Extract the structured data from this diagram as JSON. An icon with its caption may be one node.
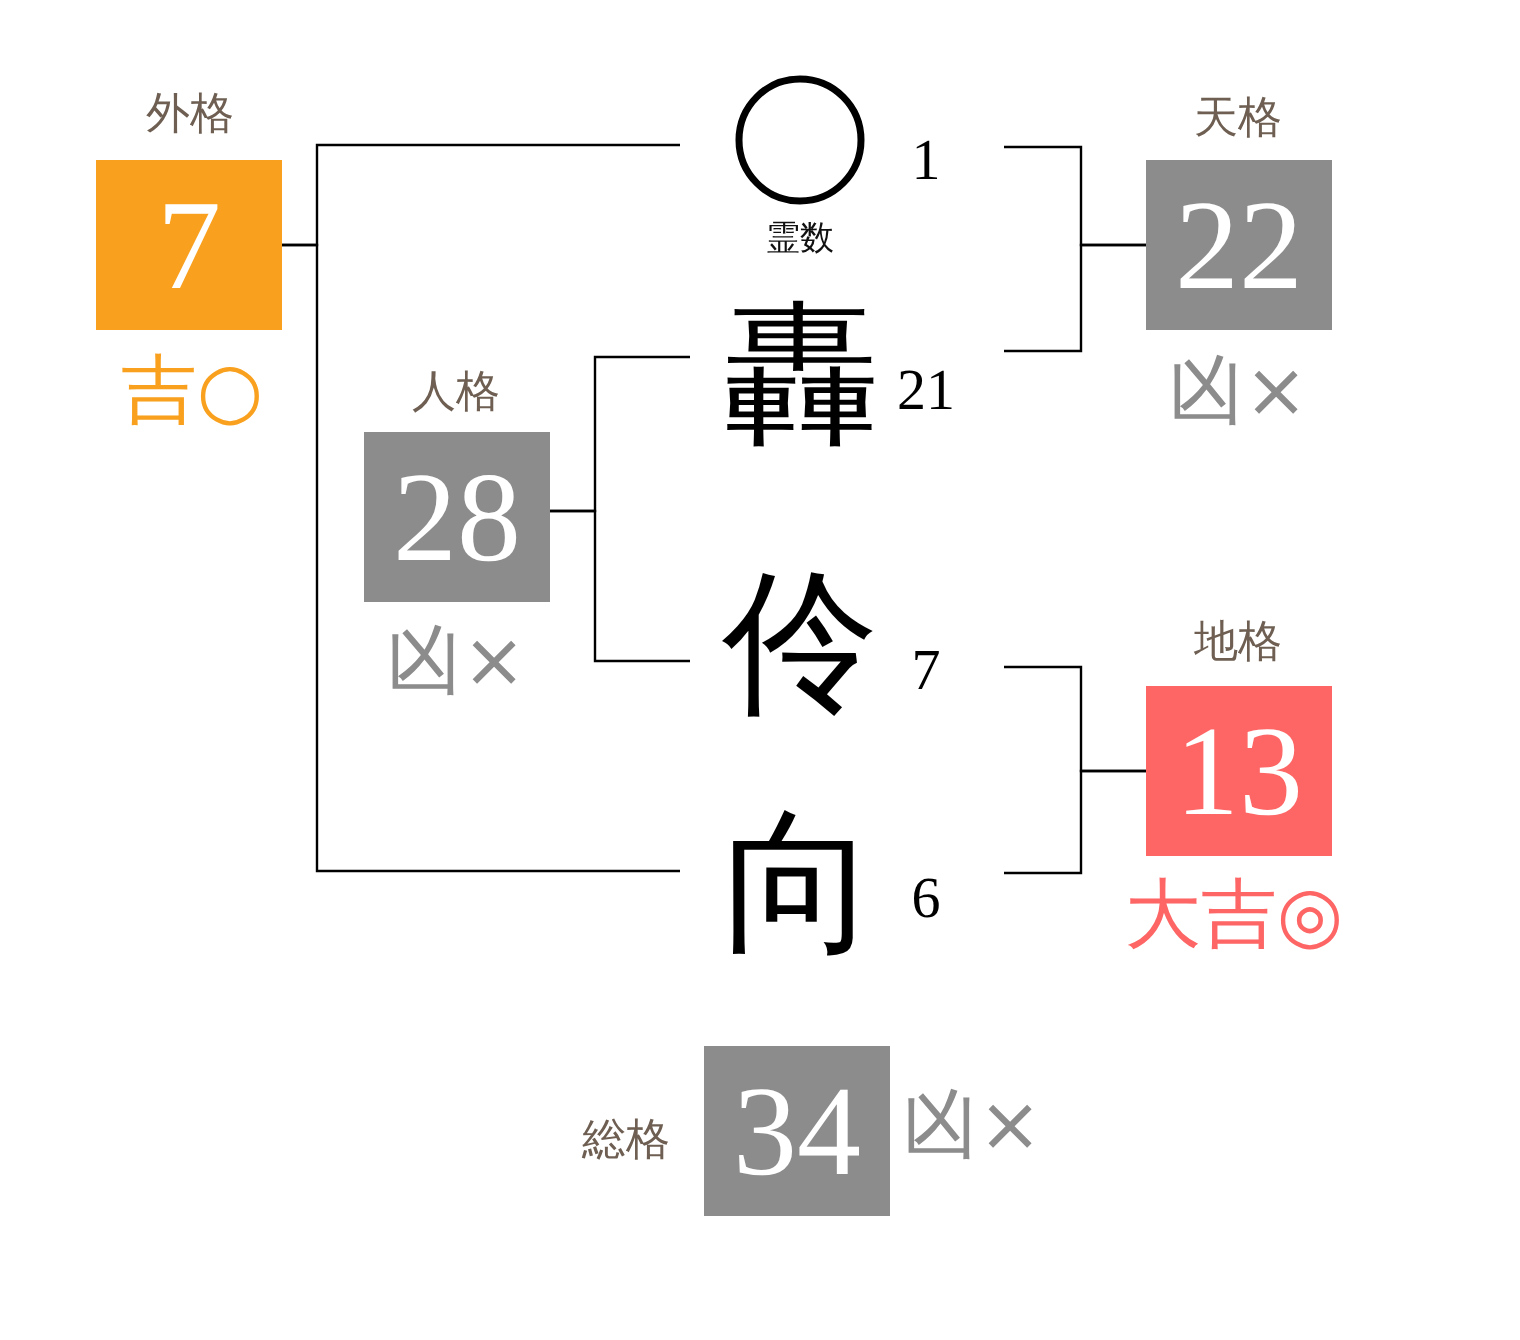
{
  "diagram": {
    "nodes": [
      {
        "text": [
          "外格",
          "7"
        ],
        "beside": [
          "吉○"
        ]
      },
      {
        "text": [],
        "shape": "circle",
        "beside": [
          "1",
          "霊数"
        ]
      },
      {
        "text": [
          "天格",
          "22"
        ],
        "beside": [
          "凶×"
        ]
      },
      {
        "text": [
          "轟"
        ],
        "beside": [
          "21"
        ]
      },
      {
        "text": [
          "人格",
          "28"
        ],
        "beside": [
          "凶×"
        ]
      },
      {
        "text": [
          "伶"
        ],
        "beside": [
          "7"
        ]
      },
      {
        "text": [
          "地格",
          "13"
        ],
        "beside": [
          "大吉◎"
        ]
      },
      {
        "text": [
          "向"
        ],
        "beside": [
          "6"
        ]
      },
      {
        "text": [
          "総格",
          "34"
        ],
        "beside": [
          "凶×"
        ]
      }
    ],
    "edges": [
      {
        "from": 1,
        "to": 0,
        "arrow": "none"
      },
      {
        "from": 7,
        "to": 0,
        "arrow": "none"
      },
      {
        "from": 1,
        "to": 2,
        "arrow": "none"
      },
      {
        "from": 3,
        "to": 2,
        "arrow": "none"
      },
      {
        "from": 3,
        "to": 4,
        "arrow": "none"
      },
      {
        "from": 5,
        "to": 4,
        "arrow": "none"
      },
      {
        "from": 5,
        "to": 6,
        "arrow": "none"
      },
      {
        "from": 7,
        "to": 6,
        "arrow": "none"
      }
    ]
  }
}
